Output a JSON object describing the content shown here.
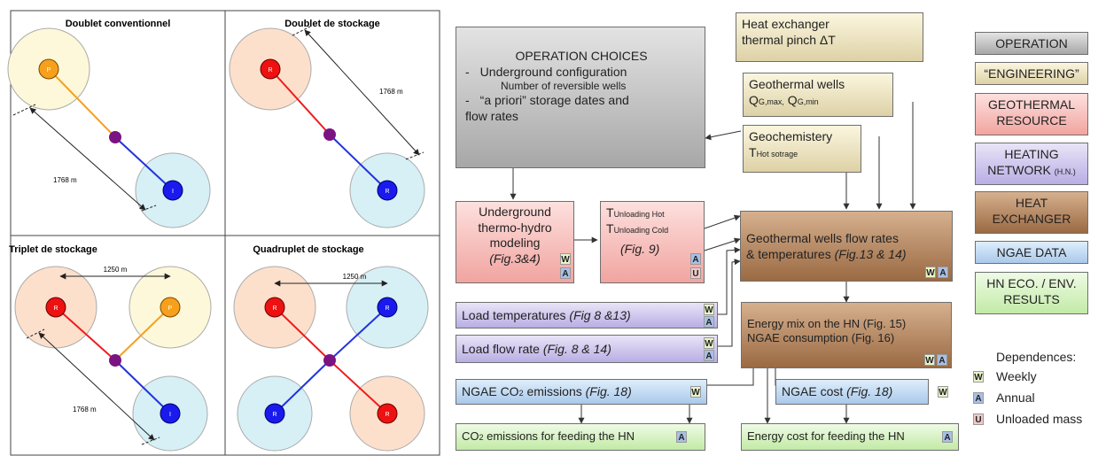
{
  "left_panels": {
    "p1_title": "Doublet conventionnel",
    "p2_title": "Doublet de stockage",
    "p3_title": "Triplet de stockage",
    "p4_title": "Quadruplet de stockage",
    "dist_1768": "1768 m",
    "dist_1250": "1250 m",
    "well_P": "P",
    "well_R": "R",
    "well_I": "I"
  },
  "flow": {
    "op_title": "OPERATION CHOICES",
    "op_l1": "Underground configuration",
    "op_l2": "Number of reversible wells",
    "op_l3": "“a priori” storage dates and",
    "op_l4": "flow rates",
    "dash": "-",
    "hx_pinch_l1": "Heat exchanger",
    "hx_pinch_l2": "thermal pinch ΔT",
    "gw_title": "Geothermal wells",
    "gw_q1": "Q",
    "gw_q1_sub": "G,max,",
    "gw_q2": "Q",
    "gw_q2_sub": "G,min",
    "geochem_title": "Geochemistery",
    "geochem_t": "T",
    "geochem_sub": "Hot sotrage",
    "uth_l1": "Underground",
    "uth_l2": "thermo-hydro",
    "uth_l3": "modeling",
    "uth_fig": "(Fig.3&4)",
    "tu_hot_t": "T",
    "tu_hot_sub": "Unloading Hot",
    "tu_cold_t": "T",
    "tu_cold_sub": "Unloading Cold",
    "tu_fig": "(Fig. 9)",
    "gwf_l1": "Geothermal wells flow rates",
    "gwf_l2": "& temperatures",
    "gwf_fig": "(Fig.13 & 14)",
    "lt_label": "Load temperatures",
    "lt_fig": "(Fig 8 &13)",
    "lf_label": "Load flow rate",
    "lf_fig": "(Fig. 8 & 14)",
    "em_l1": "Energy mix on the HN (Fig. 15)",
    "em_l2": "NGAE consumption (Fig. 16)",
    "nco2_pre": "NGAE CO",
    "nco2_sub": "2",
    "nco2_post": " emissions",
    "nco2_fig": "(Fig. 18)",
    "ncost_label": "NGAE cost",
    "ncost_fig": "(Fig. 18)",
    "co2f_pre": "CO",
    "co2f_sub": "2",
    "co2f_post": " emissions for feeding the HN",
    "ecf_label": "Energy cost for feeding the HN",
    "badge_w": "W",
    "badge_a": "A",
    "badge_u": "U"
  },
  "legend": {
    "operation": "OPERATION",
    "engineering": "“ENGINEERING”",
    "geo_l1": "GEOTHERMAL",
    "geo_l2": "RESOURCE",
    "heat_l1": "HEATING",
    "heat_l2": "NETWORK",
    "heat_hn": "(H.N.)",
    "hx_l1": "HEAT",
    "hx_l2": "EXCHANGER",
    "ngae": "NGAE DATA",
    "hn_l1": "HN ECO. / ENV.",
    "hn_l2": "RESULTS",
    "dep_title": "Dependences:",
    "dep_weekly": "Weekly",
    "dep_annual": "Annual",
    "dep_unloaded": "Unloaded mass"
  }
}
